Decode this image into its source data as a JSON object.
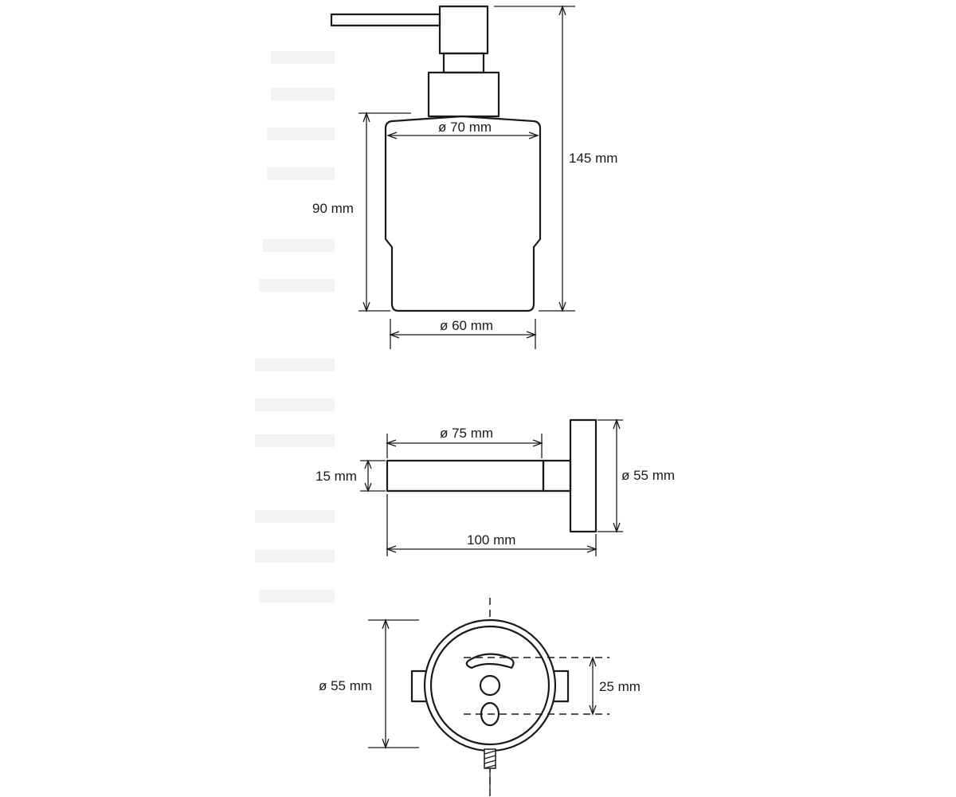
{
  "labels": {
    "height_total": "145 mm",
    "height_glass": "90 mm",
    "diameter_top": "ø 70 mm",
    "diameter_bottom": "ø 60 mm",
    "holder_depth": "ø 75 mm",
    "holder_thickness": "15 mm",
    "holder_projection": "100 mm",
    "flange_diameter_side": "ø 55 mm",
    "flange_diameter_front": "ø 55 mm",
    "hole_spacing": "25 mm"
  }
}
